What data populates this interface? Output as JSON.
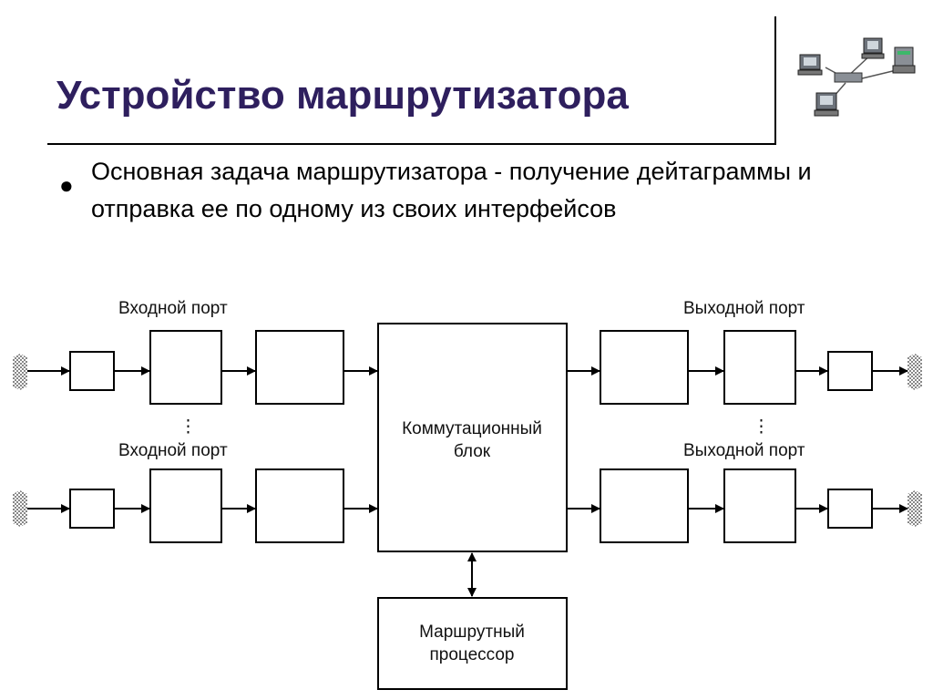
{
  "slide": {
    "title": "Устройство маршрутизатора",
    "bullet": "Основная задача маршрутизатора - получение дейтаграммы и отправка ее по одному из своих интерфейсов"
  },
  "diagram": {
    "input_port_top": "Входной порт",
    "input_port_bottom": "Входной порт",
    "output_port_top": "Выходной порт",
    "output_port_bottom": "Выходной порт",
    "switch_block_line1": "Коммутационный",
    "switch_block_line2": "блок",
    "route_processor_line1": "Маршрутный",
    "route_processor_line2": "процессор",
    "ellipsis": "⋮"
  },
  "icons": {
    "network_graphic": "network-computers-icon",
    "bullet": "bullet-dot-icon"
  },
  "colors": {
    "title": "#2e1f5e"
  }
}
